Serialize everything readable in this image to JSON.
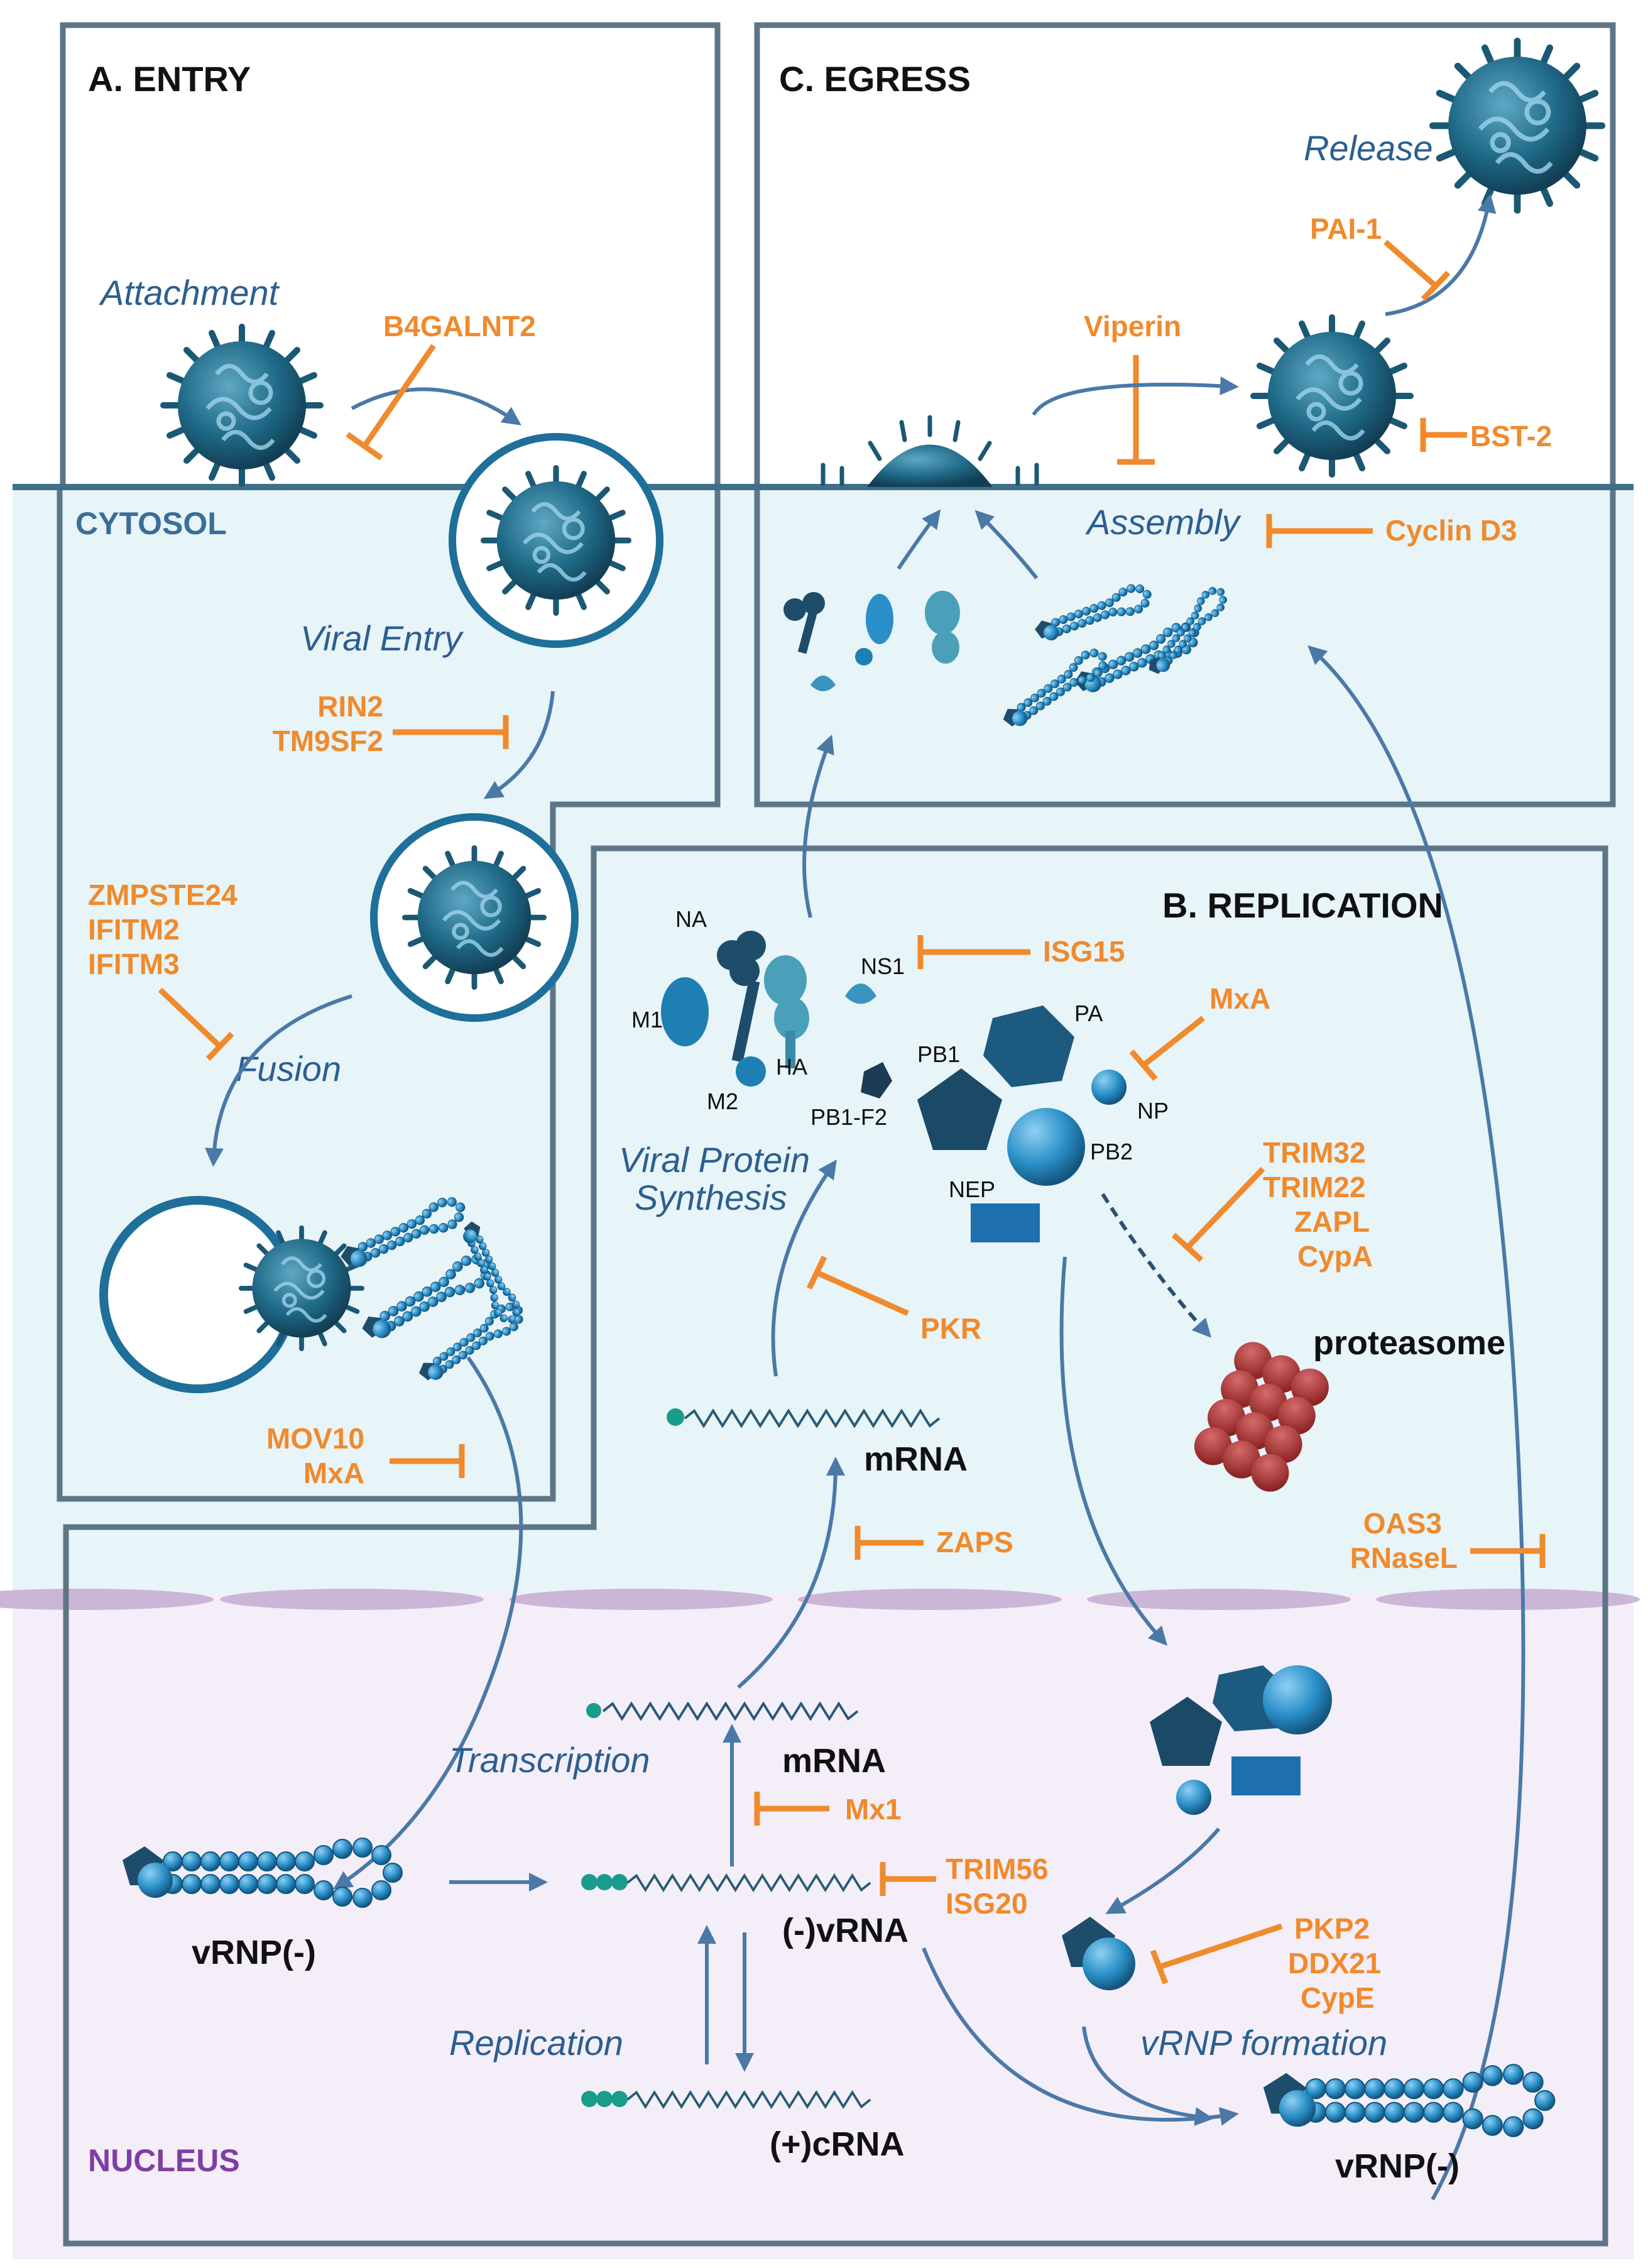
{
  "panels": {
    "entry": "A. ENTRY",
    "egress": "C. EGRESS",
    "replication": "B. REPLICATION"
  },
  "regions": {
    "cytosol": "CYTOSOL",
    "nucleus": "NUCLEUS"
  },
  "colors": {
    "inhibitor": "#f08a2c",
    "process": "#2c5f8f",
    "arrow": "#4a79a8",
    "cytosol_bg": "#e6f4f8",
    "nucleus_bg": "#f3ecf8",
    "box_border": "#5d7587",
    "proteasome": "#b23a3a",
    "virus": "#1f5f7a"
  },
  "steps": {
    "attachment": "Attachment",
    "viral_entry": "Viral Entry",
    "fusion": "Fusion",
    "release": "Release",
    "assembly": "Assembly",
    "viral_protein_synthesis_1": "Viral Protein",
    "viral_protein_synthesis_2": "Synthesis",
    "transcription": "Transcription",
    "replication": "Replication",
    "vrnp_formation": "vRNP formation"
  },
  "inhibitors": {
    "b4galnt2": "B4GALNT2",
    "rin2": "RIN2",
    "tm9sf2": "TM9SF2",
    "zmpste24": "ZMPSTE24",
    "ifitm2": "IFITM2",
    "ifitm3": "IFITM3",
    "mov10": "MOV10",
    "mxa_entry": "MxA",
    "pai1": "PAI-1",
    "viperin": "Viperin",
    "bst2": "BST-2",
    "cyclin_d3": "Cyclin D3",
    "isg15": "ISG15",
    "mxa_np": "MxA",
    "trim32": "TRIM32",
    "trim22": "TRIM22",
    "zapl": "ZAPL",
    "cypa": "CypA",
    "pkr": "PKR",
    "zaps": "ZAPS",
    "oas3": "OAS3",
    "rnasel": "RNaseL",
    "mx1": "Mx1",
    "trim56": "TRIM56",
    "isg20": "ISG20",
    "pkp2": "PKP2",
    "ddx21": "DDX21",
    "cype": "CypE"
  },
  "proteins": {
    "na": "NA",
    "ns1": "NS1",
    "m1": "M1",
    "ha": "HA",
    "m2": "M2",
    "pb1_f2": "PB1-F2",
    "pa": "PA",
    "pb1": "PB1",
    "np": "NP",
    "pb2": "PB2",
    "nep": "NEP"
  },
  "molecules": {
    "proteasome": "proteasome",
    "mrna_cyto": "mRNA",
    "mrna_nuc": "mRNA",
    "vrna": "(-)vRNA",
    "crna": "(+)cRNA",
    "vrnp_left": "vRNP(-)",
    "vrnp_right": "vRNP(-)"
  }
}
